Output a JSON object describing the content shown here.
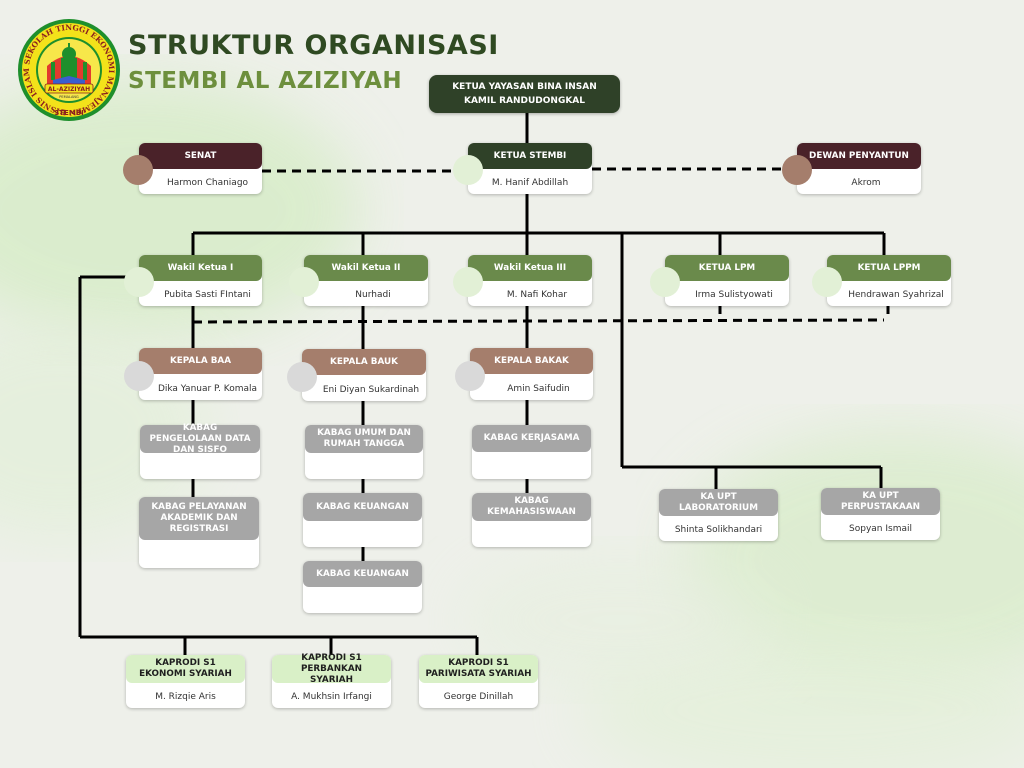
{
  "header": {
    "title_line1": "STRUKTUR ORGANISASI",
    "title_line2": "STEMBI AL AZIZIYAH"
  },
  "logo": {
    "ring_text": "SEKOLAH TINGGI EKONOMI MANAJEMEN BISNIS ISLAM",
    "bottom_text": "STEMBI",
    "banner_text": "AL-AZIZIYAH",
    "sub_text": "PEMALANG",
    "icon": "mosque-book-emblem-icon"
  },
  "colors": {
    "dark_green": "#2f4128",
    "maroon": "#4a2229",
    "green": "#6a8a4b",
    "tan": "#a57e6c",
    "grey": "#a6a6a6",
    "light_green": "#d9f0c7",
    "title_dark": "#2f4a22",
    "title_light": "#6d8f3d"
  },
  "org": {
    "ketua_yayasan": {
      "line1": "KETUA YAYASAN BINA INSAN",
      "line2": "KAMIL RANDUDONGKAL"
    },
    "senat": {
      "role": "SENAT",
      "name": "Harmon Chaniago"
    },
    "ketua_stembi": {
      "role": "KETUA STEMBI",
      "name": "M. Hanif Abdillah"
    },
    "dewan": {
      "role": "DEWAN PENYANTUN",
      "name": "Akrom"
    },
    "wakil1": {
      "role": "Wakil Ketua I",
      "name": "Pubita Sasti FIntani"
    },
    "wakil2": {
      "role": "Wakil Ketua II",
      "name": "Nurhadi"
    },
    "wakil3": {
      "role": "Wakil Ketua III",
      "name": "M. Nafi Kohar"
    },
    "lpm": {
      "role": "KETUA LPM",
      "name": "Irma Sulistyowati"
    },
    "lppm": {
      "role": "KETUA LPPM",
      "name": "Hendrawan Syahrizal"
    },
    "baa": {
      "role": "KEPALA BAA",
      "name": "Dika Yanuar P. Komala"
    },
    "bauk": {
      "role": "KEPALA BAUK",
      "name": "Eni Diyan Sukardinah"
    },
    "bakak": {
      "role": "KEPALA BAKAK",
      "name": "Amin Saifudin"
    },
    "kabag_sisfo": {
      "role": "KABAG PENGELOLAAN DATA DAN SISFO"
    },
    "kabag_pelayanan": {
      "role": "KABAG PELAYANAN AKADEMIK DAN REGISTRASI"
    },
    "kabag_umum": {
      "role": "KABAG UMUM DAN RUMAH TANGGA"
    },
    "kabag_keu1": {
      "role": "KABAG KEUANGAN"
    },
    "kabag_keu2": {
      "role": "KABAG KEUANGAN"
    },
    "kabag_kerjasama": {
      "role": "KABAG KERJASAMA"
    },
    "kabag_kemahasiswaan": {
      "role": "KABAG KEMAHASISWAAN"
    },
    "upt_lab": {
      "role": "KA UPT LABORATORIUM",
      "name": "Shinta Solikhandari"
    },
    "upt_pustaka": {
      "role": "KA UPT PERPUSTAKAAN",
      "name": "Sopyan Ismail"
    },
    "kaprodi_es": {
      "role": "KAPRODI S1 EKONOMI SYARIAH",
      "name": "M. Rizqie Aris"
    },
    "kaprodi_ps": {
      "role": "KAPRODI S1 PERBANKAN SYARIAH",
      "name": "A. Mukhsin Irfangi"
    },
    "kaprodi_pws": {
      "role": "KAPRODI S1 PARIWISATA SYARIAH",
      "name": "George Dinillah"
    }
  }
}
